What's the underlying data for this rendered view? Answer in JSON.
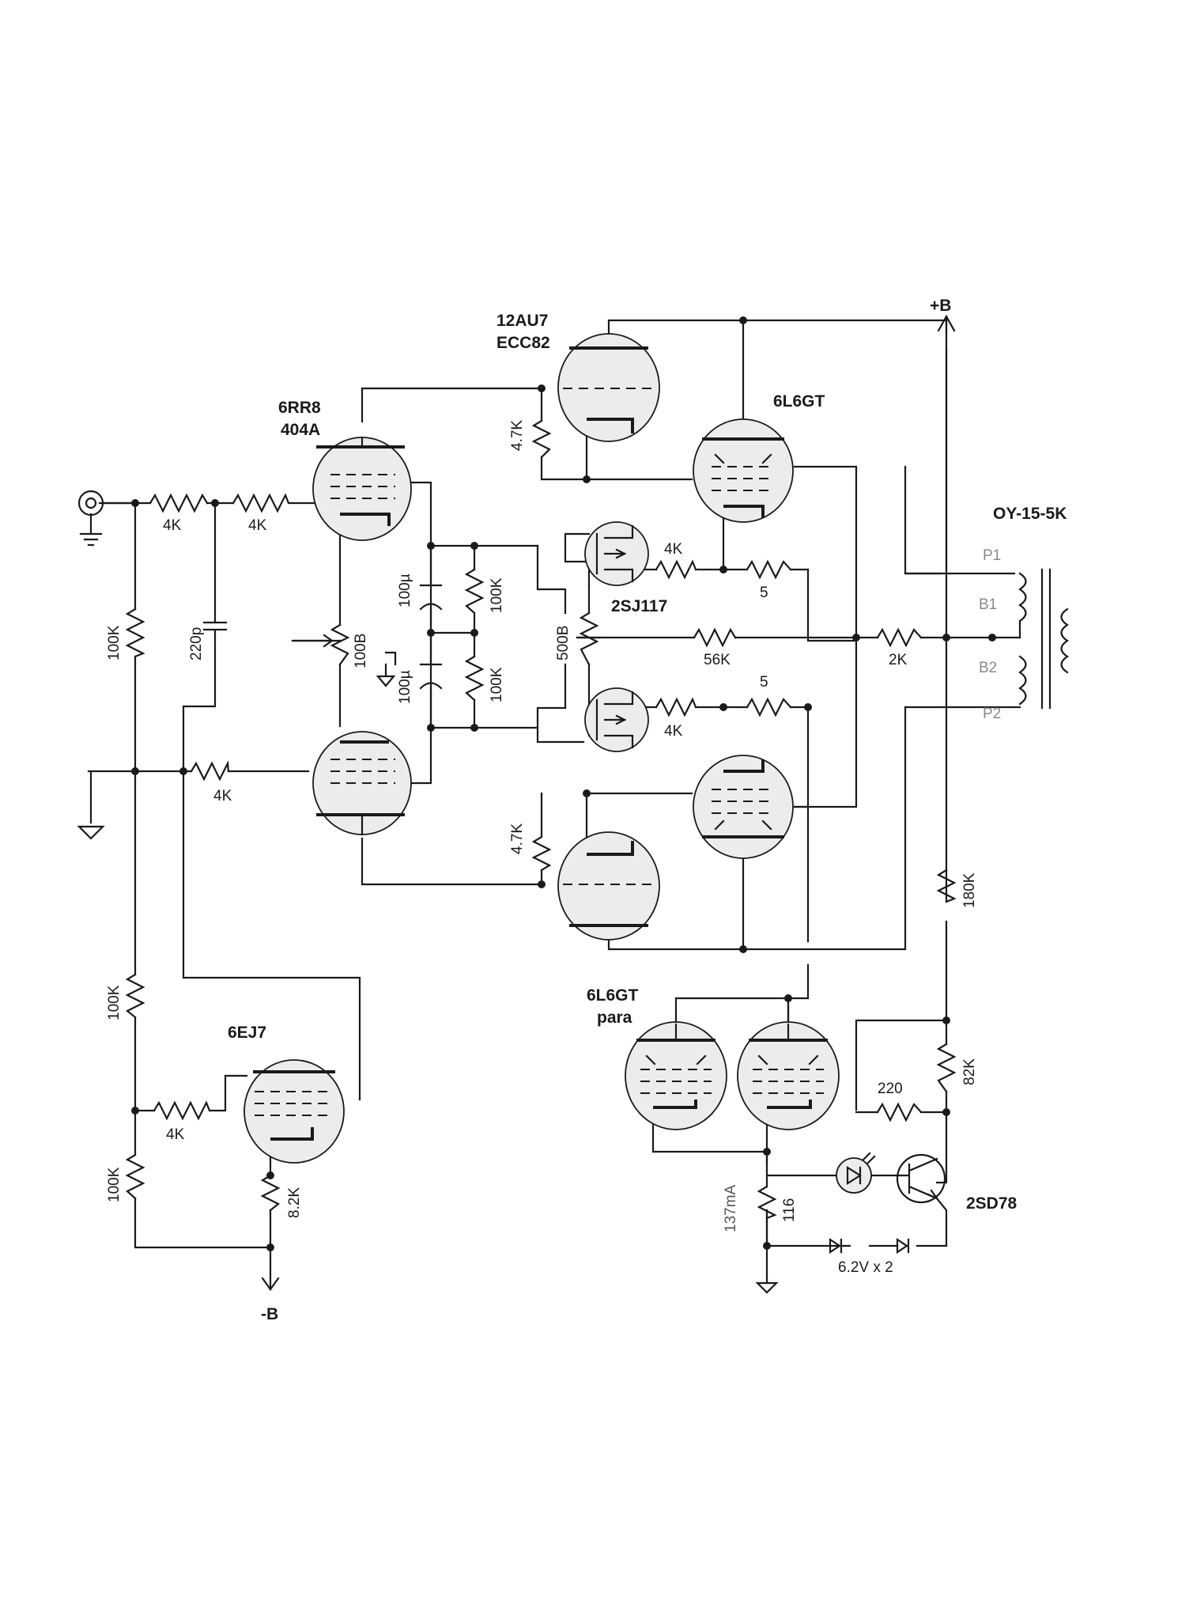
{
  "tubes": {
    "t12au7": "12AU7",
    "tecc82": "ECC82",
    "t6rr8": "6RR8",
    "t404a": "404A",
    "t6l6gt": "6L6GT",
    "t6ej7": "6EJ7",
    "t6l6gt_para": "6L6GT",
    "para": "para"
  },
  "semis": {
    "fet": "2SJ117",
    "transistor": "2SD78",
    "zener": "6.2V x 2"
  },
  "transformer": {
    "name": "OY-15-5K",
    "p1": "P1",
    "b1": "B1",
    "b2": "B2",
    "p2": "P2"
  },
  "rails": {
    "plus_b": "+B",
    "minus_b": "-B"
  },
  "components": {
    "r_in1": "4K",
    "r_in2": "4K",
    "r_fb": "4K",
    "r_6ej7_grid": "4K",
    "r_fet_top": "4K",
    "r_fet_bot": "4K",
    "r_100k_left1": "100K",
    "r_100k_left2": "100K",
    "r_100k_left3": "100K",
    "c_220p": "220p",
    "pot_100b": "100B",
    "c_100u_top": "100µ",
    "c_100u_bot": "100µ",
    "r_100k_mid1": "100K",
    "r_100k_mid2": "100K",
    "pot_500b": "500B",
    "r_4k7_top": "4.7K",
    "r_4k7_bot": "4.7K",
    "r_5_top": "5",
    "r_5_bot": "5",
    "r_56k": "56K",
    "r_2k": "2K",
    "r_180k": "180K",
    "r_82k_cath": "8.2K",
    "r_82k_right": "82K",
    "r_220": "220",
    "r_116": "116",
    "current": "137mA"
  }
}
